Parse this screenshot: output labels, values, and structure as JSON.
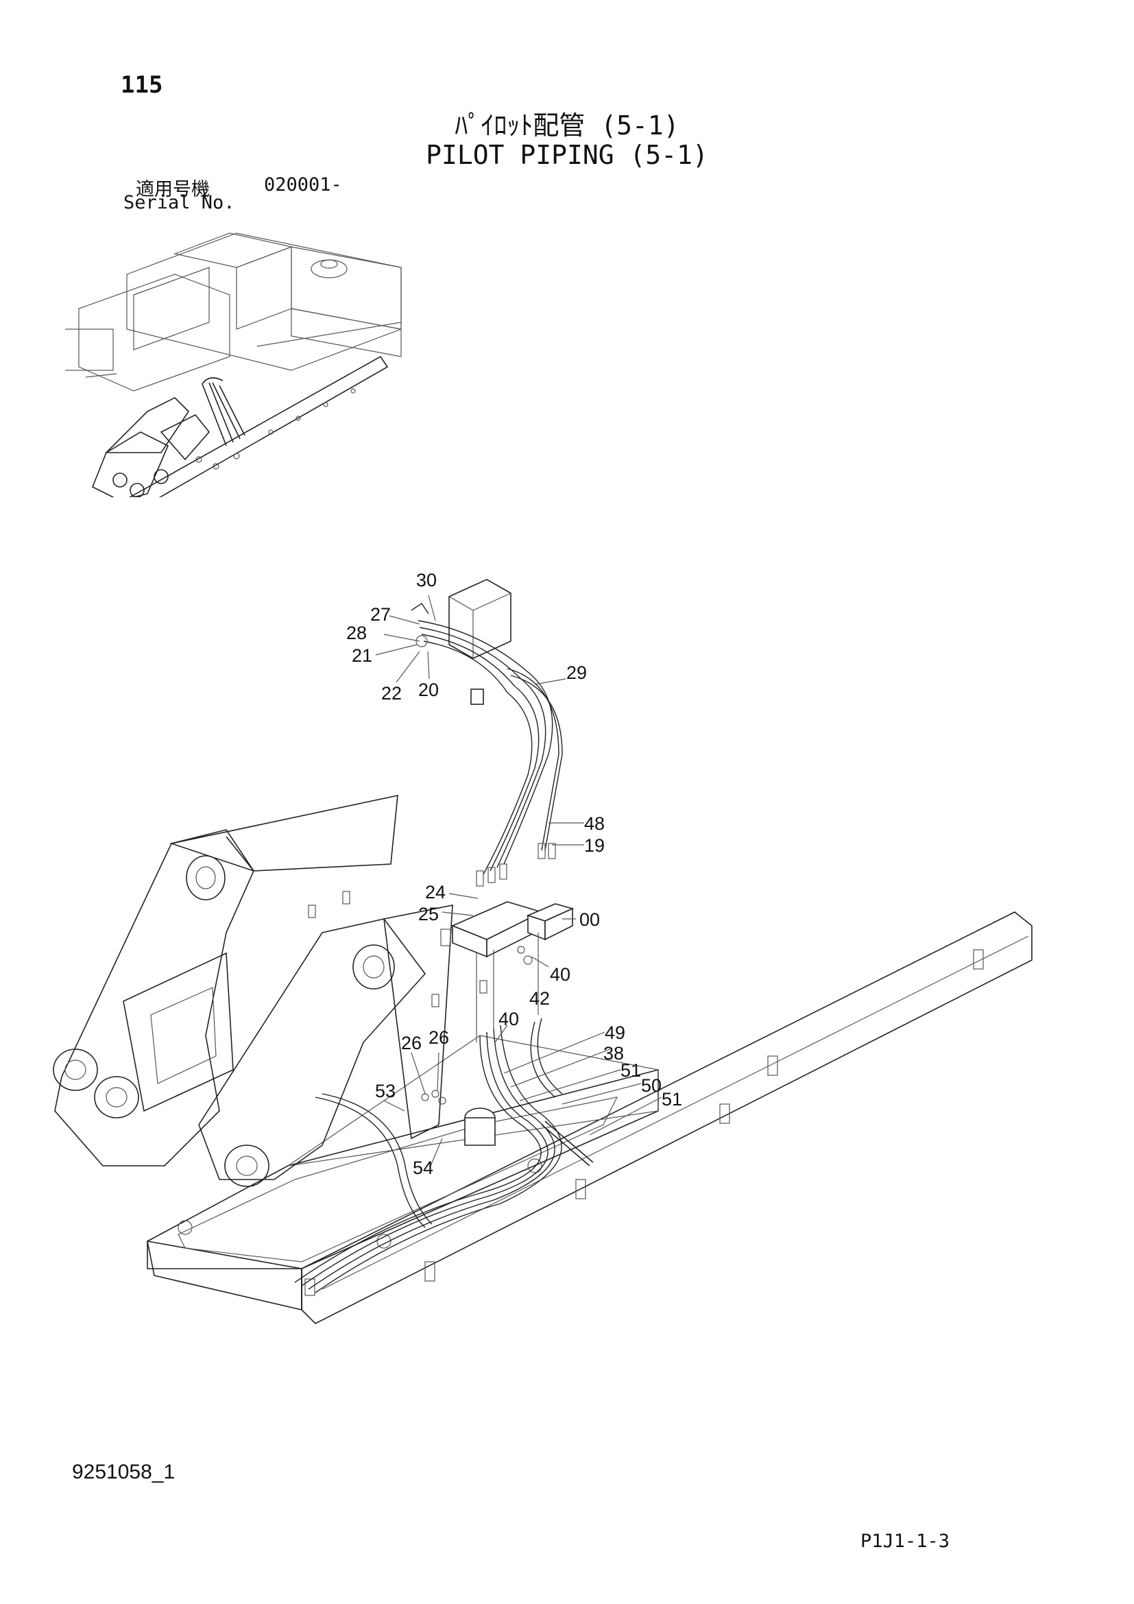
{
  "header": {
    "page_number": "115",
    "title_jp": "ﾊﾟｲﾛｯﾄ配管 (5-1)",
    "title_en": "PILOT PIPING (5-1)",
    "serial_label_jp": "適用号機",
    "serial_value": "020001-",
    "serial_label_en": "Serial No."
  },
  "footer": {
    "drawing_number": "9251058_1",
    "page_code": "P1J1-1-3"
  },
  "callouts": [
    "30",
    "27",
    "28",
    "21",
    "22",
    "20",
    "29",
    "48",
    "19",
    "24",
    "25",
    "00",
    "40",
    "42",
    "40",
    "49",
    "38",
    "26",
    "26",
    "51",
    "50",
    "51",
    "53",
    "54"
  ]
}
